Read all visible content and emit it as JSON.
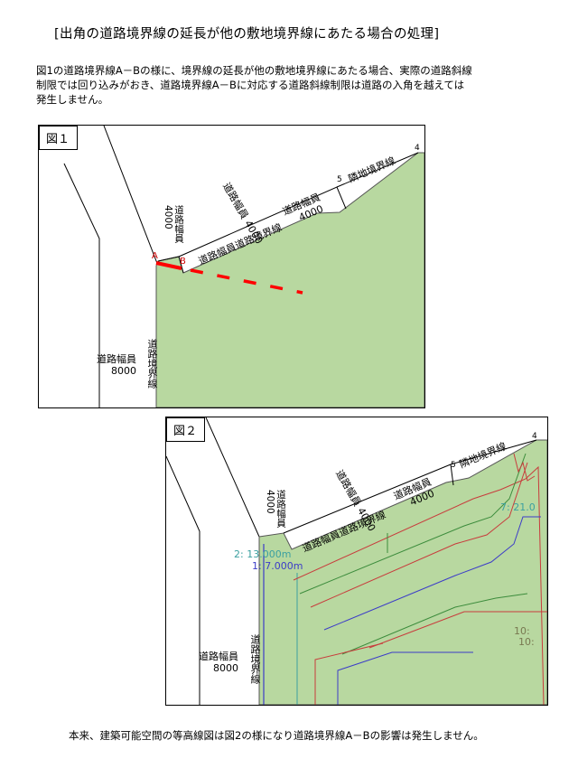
{
  "title": "[出角の道路境界線の延長が他の敷地境界線にあたる場合の処理]",
  "intro": {
    "line1": "図1の道路境界線A－Bの様に、境界線の延長が他の敷地境界線にあたる場合、実際の道路斜線",
    "line2": "制限では回り込みがおき、道路境界線A－Bに対応する道路斜線制限は道路の入角を越えては",
    "line3": "発生しません。"
  },
  "fig1": {
    "label": "図１",
    "road_width_left": "道路幅員",
    "road_width_left_val": "8000",
    "road_boundary_left": "道路境界線",
    "road_width_short": "道路幅員",
    "road_width_short_val": "4000",
    "road_width_diag1": "道路幅員",
    "road_width_diag1_val": "4000",
    "road_width_diag2": "道路幅員",
    "road_width_diag2_val": "4000",
    "road_boundary_top": "道路境界線",
    "neighbor_boundary": "隣地境界線",
    "point_a": "A",
    "point_b": "B",
    "num_4": "4",
    "num_5": "5"
  },
  "fig2": {
    "label": "図２",
    "road_width_left": "道路幅員",
    "road_width_left_val": "8000",
    "road_boundary_left": "道路境界線",
    "road_width_short": "道路幅員",
    "road_width_short_val": "4000",
    "road_width_diag1": "道路幅員",
    "road_width_diag1_val": "4000",
    "road_width_diag2": "道路幅員",
    "road_width_diag2_val": "4000",
    "road_boundary_top": "道路境界線",
    "neighbor_boundary": "隣地境界線",
    "num_4": "4",
    "num_5": "5",
    "contour_a": "2: 13.000m",
    "contour_b": "1: 7.000m",
    "contour_c": "7: 21.0",
    "contour_d": "10:",
    "contour_e": "10:"
  },
  "footer": "本来、建築可能空間の等高線図は図2の様になり道路境界線A－Bの影響は発生しません。",
  "colors": {
    "site": "#b8d8a0",
    "red": "#ff0000",
    "contour_red": "#c83c3c",
    "contour_blue": "#3c3cc8",
    "contour_green": "#3c8c3c",
    "contour_teal": "#3ca0a0"
  }
}
